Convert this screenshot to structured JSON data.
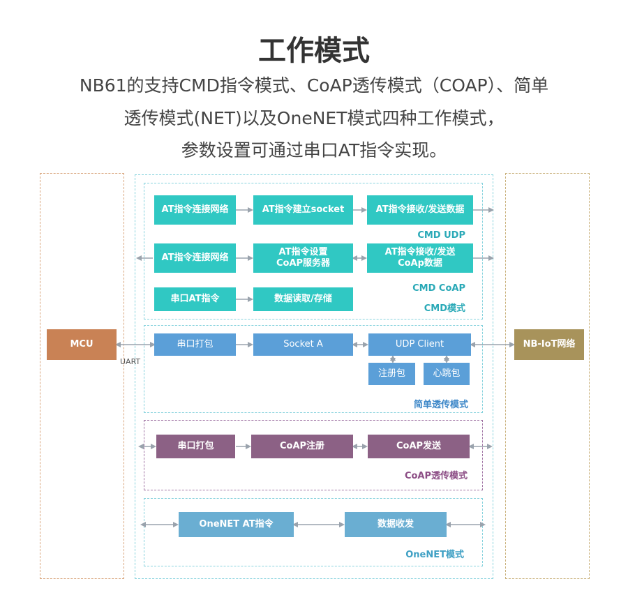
{
  "title": "工作模式",
  "subtitle": [
    "NB61的支持CMD指令模式、CoAP透传模式（COAP）、简单",
    "透传模式(NET)以及OneNET模式四种工作模式，",
    "参数设置可通过串口AT指令实现。"
  ],
  "colors": {
    "teal": "#30c8c3",
    "blue": "#5b9fd8",
    "purple": "#8c6185",
    "steel": "#6aaed2",
    "mcu": "#c98255",
    "nb": "#a8935b",
    "cmd_label": "#2aa9b7",
    "net_label": "#3d87c8",
    "coap_label": "#8c4d85",
    "onenet_label": "#3fa0c4"
  },
  "mcu": "MCU",
  "nbiot": "NB-IoT网络",
  "uart": "UART",
  "cmd_udp": {
    "boxes": [
      "AT指令连接网络",
      "AT指令建立socket",
      "AT指令接收/发送数据"
    ],
    "label": "CMD UDP"
  },
  "cmd_coap": {
    "boxes": [
      "AT指令连接网络",
      "AT指令设置CoAP服务器",
      "AT指令接收/发送CoAp数据"
    ],
    "label": "CMD CoAP"
  },
  "cmd_serial": {
    "boxes": [
      "串口AT指令",
      "数据读取/存储"
    ]
  },
  "cmd_mode_label": "CMD模式",
  "simple": {
    "boxes": [
      "串口打包",
      "Socket A",
      "UDP Client"
    ],
    "sub": [
      "注册包",
      "心跳包"
    ],
    "label": "简单透传模式"
  },
  "coap": {
    "boxes": [
      "串口打包",
      "CoAP注册",
      "CoAP发送"
    ],
    "label": "CoAP透传模式"
  },
  "onenet": {
    "boxes": [
      "OneNET AT指令",
      "数据收发"
    ],
    "label": "OneNET模式"
  }
}
